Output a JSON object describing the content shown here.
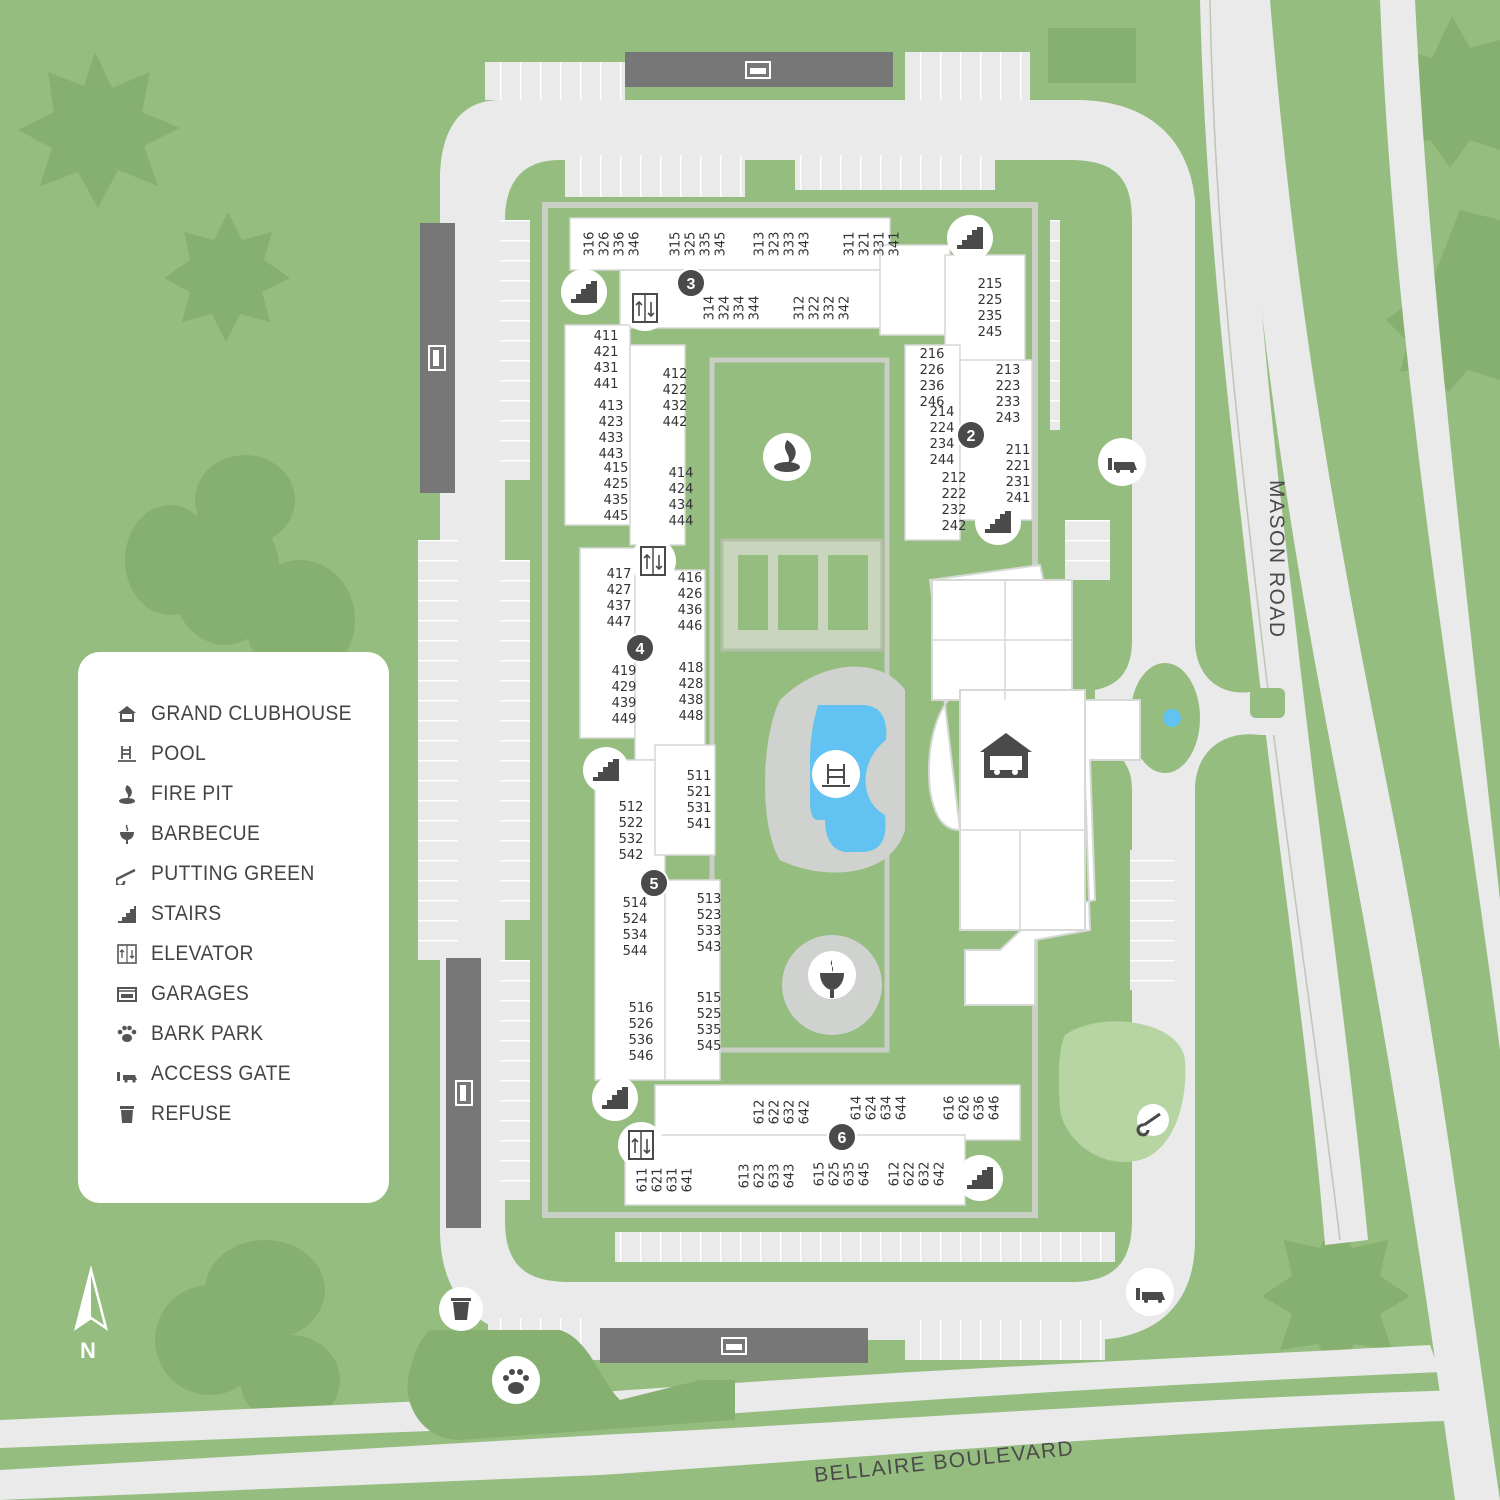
{
  "legend": {
    "items": [
      {
        "icon": "clubhouse-icon",
        "label": "GRAND CLUBHOUSE"
      },
      {
        "icon": "pool-icon",
        "label": "POOL"
      },
      {
        "icon": "fire-pit-icon",
        "label": "FIRE PIT"
      },
      {
        "icon": "barbecue-icon",
        "label": "BARBECUE"
      },
      {
        "icon": "putting-green-icon",
        "label": "PUTTING GREEN"
      },
      {
        "icon": "stairs-icon",
        "label": "STAIRS"
      },
      {
        "icon": "elevator-icon",
        "label": "ELEVATOR"
      },
      {
        "icon": "garage-icon",
        "label": "GARAGES"
      },
      {
        "icon": "paw-icon",
        "label": "BARK PARK"
      },
      {
        "icon": "access-gate-icon",
        "label": "ACCESS GATE"
      },
      {
        "icon": "refuse-icon",
        "label": "REFUSE"
      }
    ]
  },
  "roads": {
    "east": "MASON ROAD",
    "south": "BELLAIRE BOULEVARD"
  },
  "compass": {
    "label": "N"
  },
  "buildings": [
    "2",
    "3",
    "4",
    "5",
    "6"
  ],
  "unit_groups": [
    [
      "316",
      "326",
      "336",
      "346"
    ],
    [
      "315",
      "325",
      "335",
      "345"
    ],
    [
      "313",
      "323",
      "333",
      "343"
    ],
    [
      "311",
      "321",
      "331",
      "341"
    ],
    [
      "314",
      "324",
      "334",
      "344"
    ],
    [
      "312",
      "322",
      "332",
      "342"
    ],
    [
      "215",
      "225",
      "235",
      "245"
    ],
    [
      "216",
      "226",
      "236",
      "246"
    ],
    [
      "213",
      "223",
      "233",
      "243"
    ],
    [
      "214",
      "224",
      "234",
      "244"
    ],
    [
      "211",
      "221",
      "231",
      "241"
    ],
    [
      "212",
      "222",
      "232",
      "242"
    ],
    [
      "411",
      "421",
      "431",
      "441"
    ],
    [
      "413",
      "423",
      "433",
      "443"
    ],
    [
      "415",
      "425",
      "435",
      "445"
    ],
    [
      "412",
      "422",
      "432",
      "442"
    ],
    [
      "414",
      "424",
      "434",
      "444"
    ],
    [
      "417",
      "427",
      "437",
      "447"
    ],
    [
      "416",
      "426",
      "436",
      "446"
    ],
    [
      "419",
      "429",
      "439",
      "449"
    ],
    [
      "418",
      "428",
      "438",
      "448"
    ],
    [
      "511",
      "521",
      "531",
      "541"
    ],
    [
      "512",
      "522",
      "532",
      "542"
    ],
    [
      "514",
      "524",
      "534",
      "544"
    ],
    [
      "513",
      "523",
      "533",
      "543"
    ],
    [
      "516",
      "526",
      "536",
      "546"
    ],
    [
      "515",
      "525",
      "535",
      "545"
    ],
    [
      "612",
      "622",
      "632",
      "642"
    ],
    [
      "614",
      "624",
      "634",
      "644"
    ],
    [
      "616",
      "626",
      "636",
      "646"
    ],
    [
      "611",
      "621",
      "631",
      "641"
    ],
    [
      "613",
      "623",
      "633",
      "643"
    ],
    [
      "615",
      "625",
      "635",
      "645"
    ],
    [
      "612",
      "622",
      "632",
      "642"
    ]
  ],
  "colors": {
    "grass": "#96bd80",
    "road": "#e9eae9",
    "building": "#ffffff",
    "garage": "#777777",
    "water": "#62c3f2",
    "marker": "#4a4a4a"
  }
}
